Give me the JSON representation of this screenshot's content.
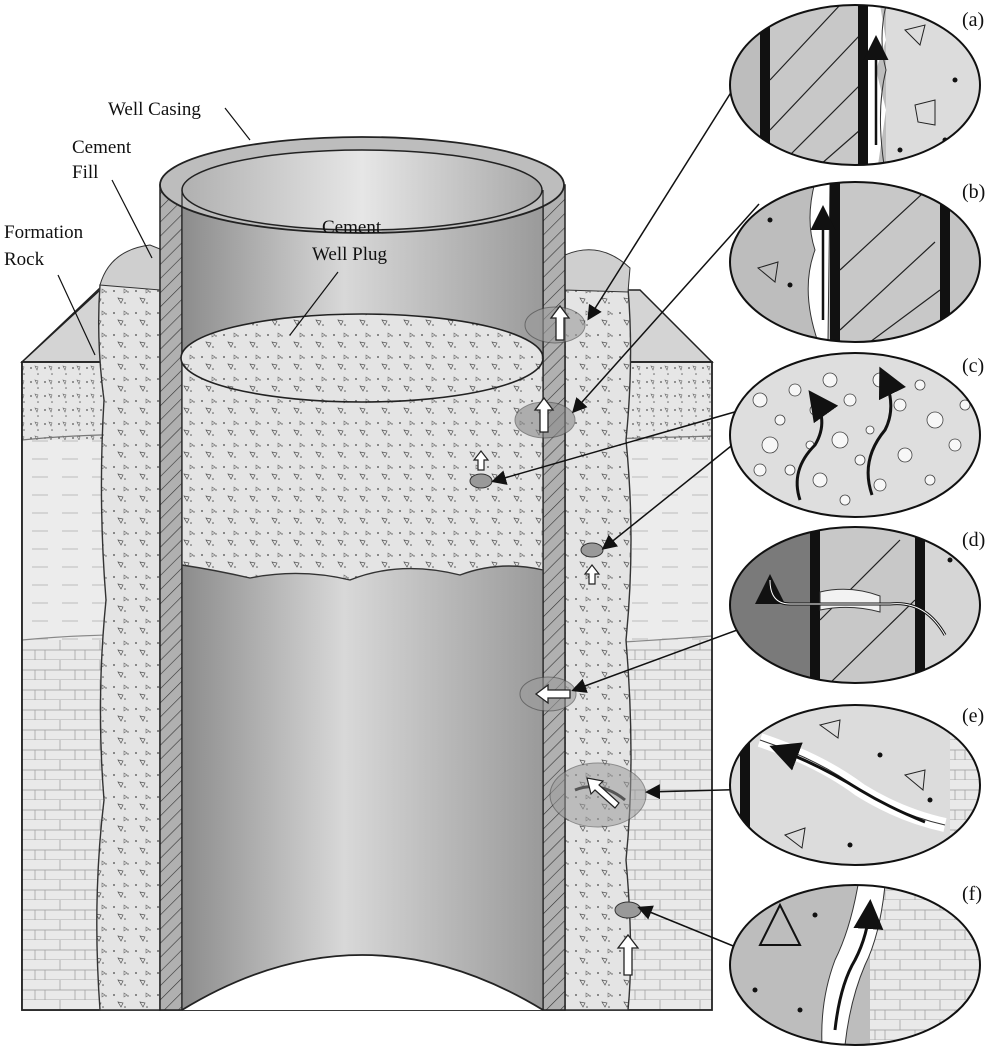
{
  "labels": {
    "well_casing": "Well Casing",
    "cement_fill_line1": "Cement",
    "cement_fill_line2": "Fill",
    "formation_rock_line1": "Formation",
    "formation_rock_line2": "Rock",
    "cement_plug_line1": "Cement",
    "cement_plug_line2": "Well Plug"
  },
  "detail_panels": [
    {
      "id": "a",
      "tag": "(a)"
    },
    {
      "id": "b",
      "tag": "(b)"
    },
    {
      "id": "c",
      "tag": "(c)"
    },
    {
      "id": "d",
      "tag": "(d)"
    },
    {
      "id": "e",
      "tag": "(e)"
    },
    {
      "id": "f",
      "tag": "(f)"
    }
  ],
  "colors": {
    "formation_light": "#ececec",
    "formation_top": "#cfcfcf",
    "cement": "#e2e2e2",
    "casing": "#9a9a9a",
    "casing_inner": "#b8b8b8",
    "ink": "#111111"
  }
}
